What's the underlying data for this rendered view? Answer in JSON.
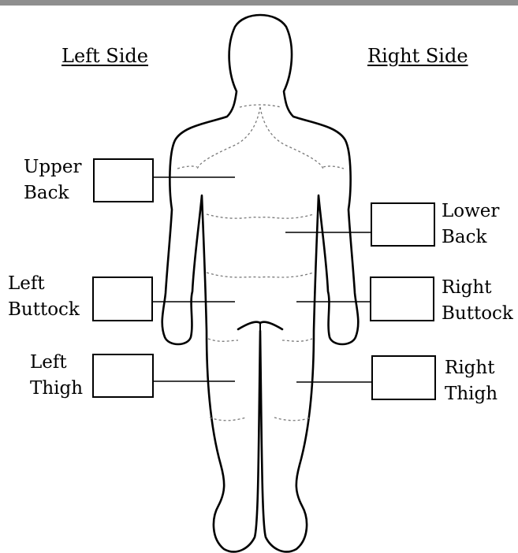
{
  "headers": {
    "left": "Left Side",
    "right": "Right Side"
  },
  "regions": {
    "upper_back": {
      "line1": "Upper",
      "line2": "Back"
    },
    "lower_back": {
      "line1": "Lower",
      "line2": "Back"
    },
    "left_buttock": {
      "line1": "Left",
      "line2": "Buttock"
    },
    "right_buttock": {
      "line1": "Right",
      "line2": "Buttock"
    },
    "left_thigh": {
      "line1": "Left",
      "line2": "Thigh"
    },
    "right_thigh": {
      "line1": "Right",
      "line2": "Thigh"
    }
  },
  "colors": {
    "stroke": "#000000",
    "background": "#ffffff",
    "top_rule": "#8f8f8f"
  }
}
